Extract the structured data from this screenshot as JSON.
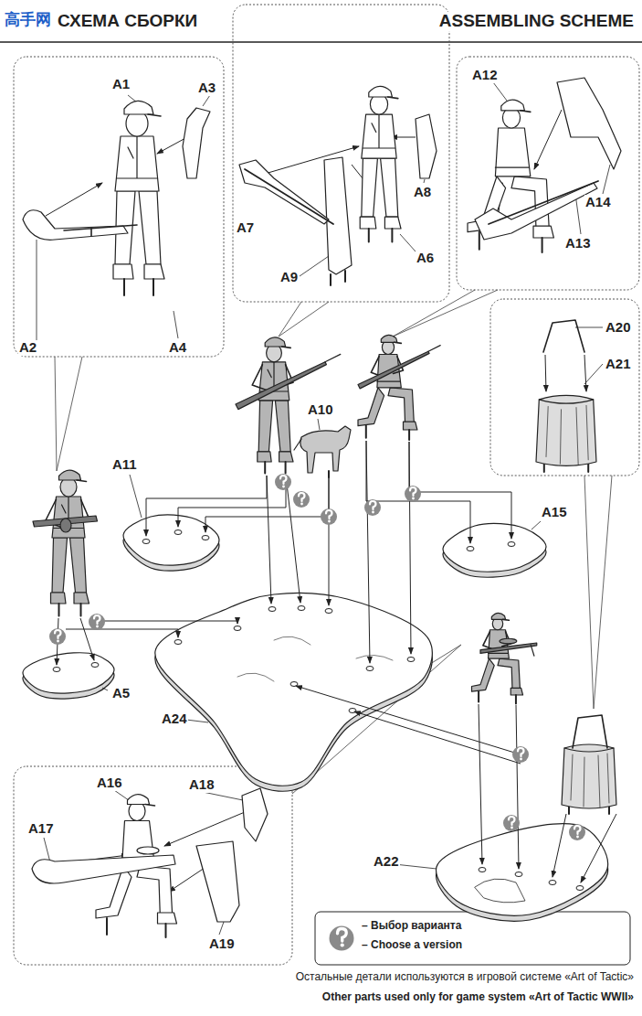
{
  "diagram": {
    "title": "ASSEMBLING SCHEME",
    "labels": [
      "高手网",
      "СХЕМА СБОРКИ",
      "A1",
      "A3",
      "A2",
      "A4",
      "A12",
      "A8",
      "A7",
      "A9",
      "A6",
      "A14",
      "A13",
      "A20",
      "A21",
      "A10",
      "A11",
      "A15",
      "A5",
      "A24",
      "A16",
      "A18",
      "A17",
      "A19",
      "A22",
      "Остальные детали используются в игровой системе «Art of Tactic»",
      "Other parts used only for game system «Art of Tactic WWII»"
    ],
    "legend": [
      {
        "text": "– Выбор варианта"
      },
      {
        "text": "– Choose a version"
      }
    ]
  }
}
